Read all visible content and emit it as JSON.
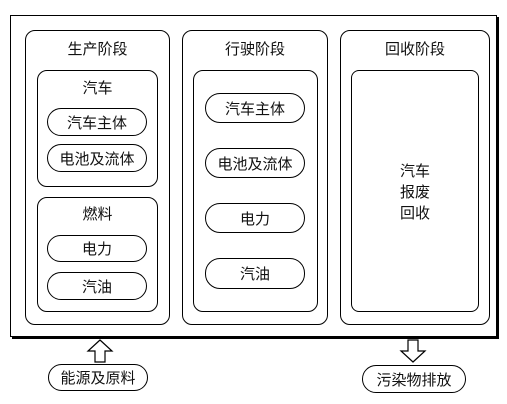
{
  "stages": [
    {
      "title": "生产阶段",
      "groups": [
        {
          "title": "汽车",
          "items": [
            "汽车主体",
            "电池及流体"
          ]
        },
        {
          "title": "燃料",
          "items": [
            "电力",
            "汽油"
          ]
        }
      ]
    },
    {
      "title": "行驶阶段",
      "items": [
        "汽车主体",
        "电池及流体",
        "电力",
        "汽油"
      ]
    },
    {
      "title": "回收阶段",
      "lines": [
        "汽车",
        "报废",
        "回收"
      ]
    }
  ],
  "input": {
    "label": "能源及原料",
    "icon": "up-arrow-icon"
  },
  "output": {
    "label": "污染物排放",
    "icon": "down-arrow-icon"
  },
  "colors": {
    "line": "#000000",
    "background": "#ffffff",
    "text": "#111111"
  }
}
